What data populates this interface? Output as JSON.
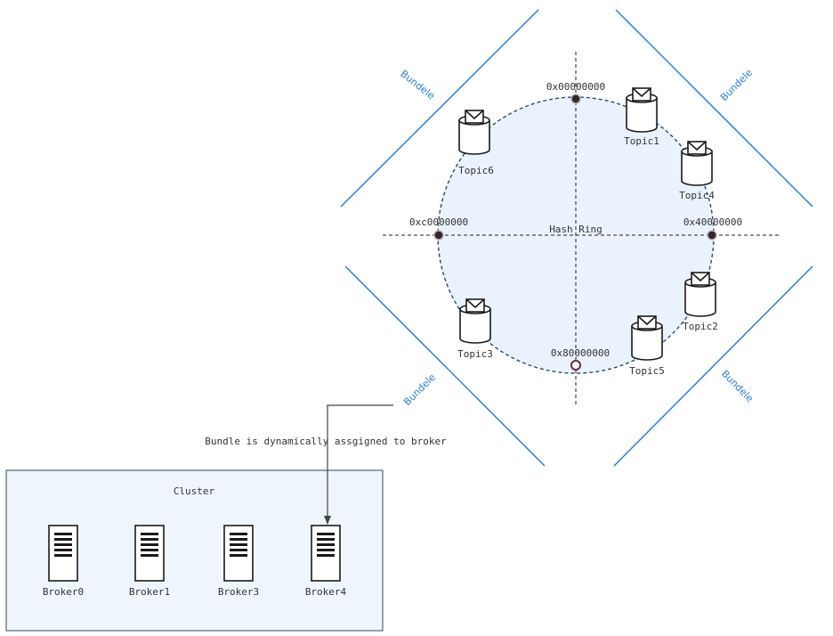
{
  "colors": {
    "bundle_line": "#2a7fd4",
    "ring_fill": "#eaf3fd",
    "ring_stroke": "#2c4a6e",
    "cluster_fill": "#eef5fd",
    "cluster_stroke": "#556677",
    "text": "#333333"
  },
  "ring": {
    "label": "Hash Ring",
    "points": [
      {
        "label": "0x00000000"
      },
      {
        "label": "0x40000000"
      },
      {
        "label": "0x80000000"
      },
      {
        "label": "0xc0000000"
      }
    ]
  },
  "bundles": [
    {
      "label": "Bundele"
    },
    {
      "label": "Bundele"
    },
    {
      "label": "Bundele"
    },
    {
      "label": "Bundele"
    }
  ],
  "topics": [
    {
      "label": "Topic1"
    },
    {
      "label": "Topic4"
    },
    {
      "label": "Topic6"
    },
    {
      "label": "Topic2"
    },
    {
      "label": "Topic3"
    },
    {
      "label": "Topic5"
    }
  ],
  "assignment": {
    "label": "Bundle is dynamically assgigned to broker"
  },
  "cluster": {
    "title": "Cluster",
    "brokers": [
      {
        "label": "Broker0"
      },
      {
        "label": "Broker1"
      },
      {
        "label": "Broker3"
      },
      {
        "label": "Broker4"
      }
    ]
  }
}
